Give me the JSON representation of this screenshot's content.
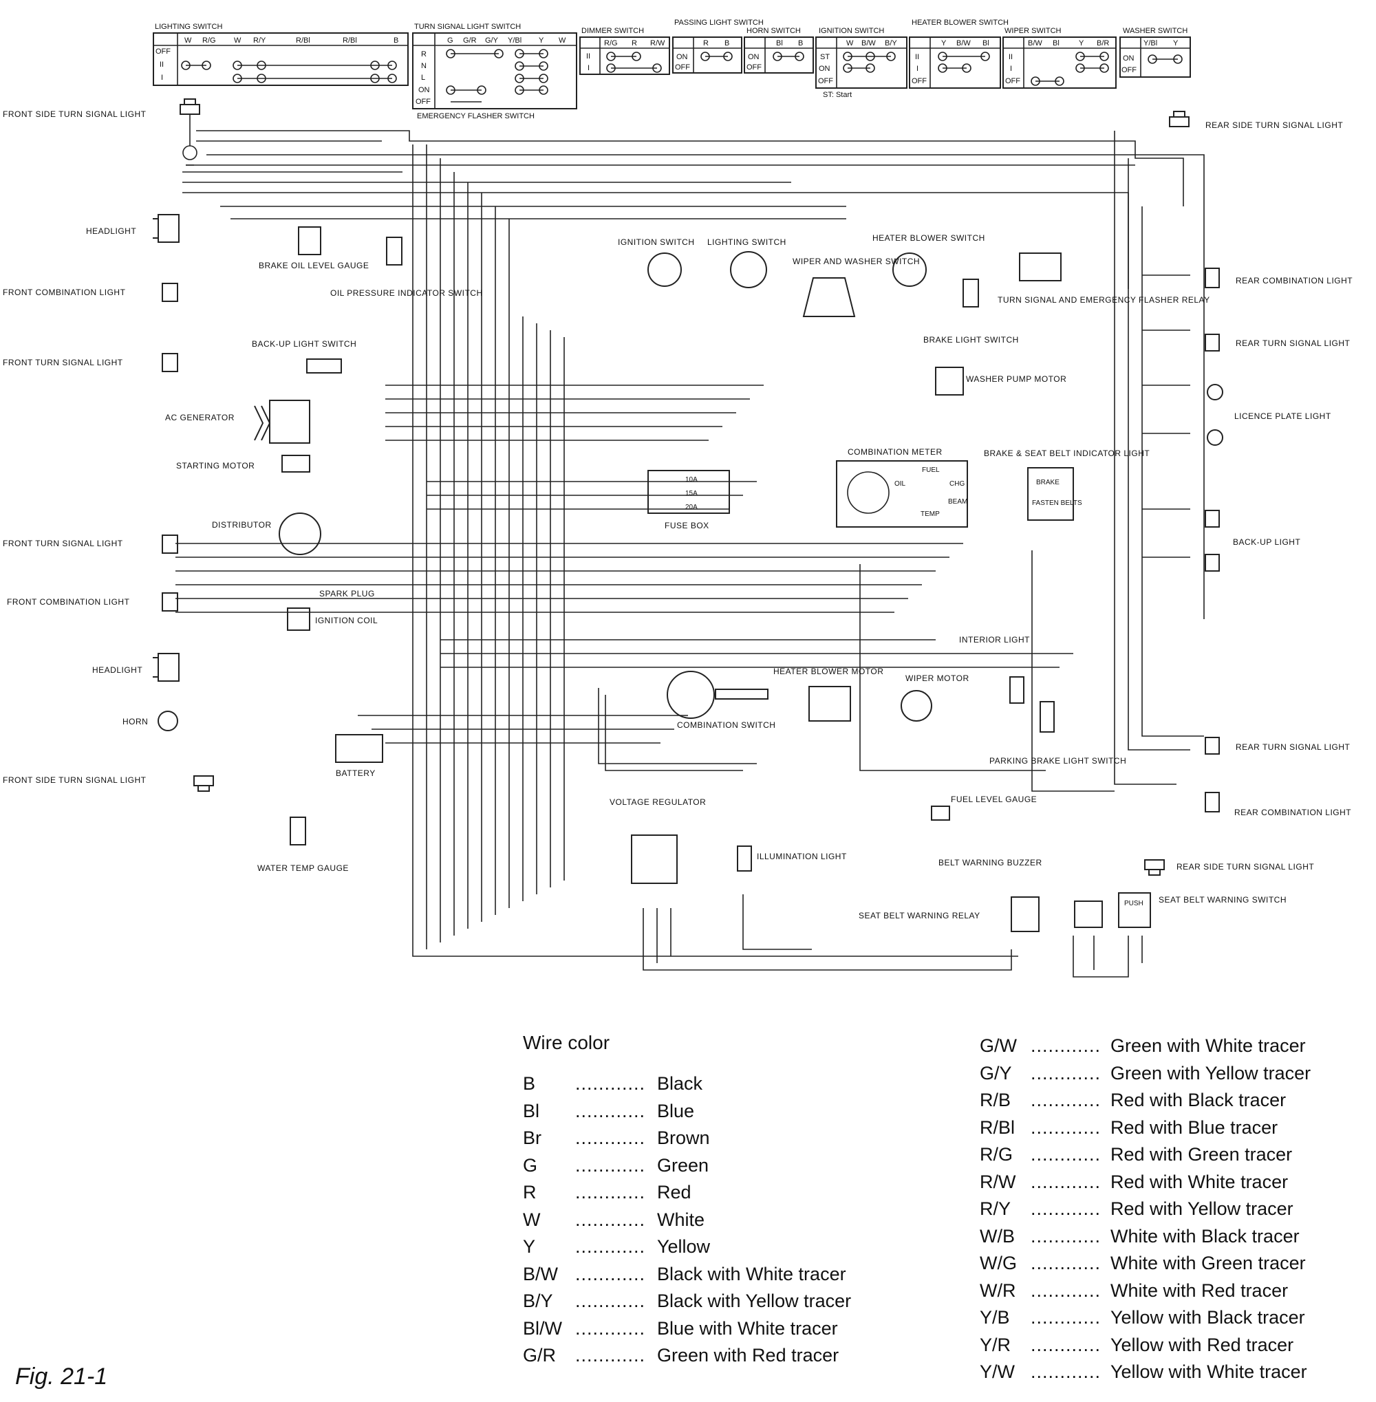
{
  "switch_tables": {
    "lighting": {
      "title": "LIGHTING SWITCH",
      "cols": [
        "W",
        "R/G",
        "W",
        "R/Y",
        "R/Bl",
        "R/Bl",
        "B"
      ],
      "rows": [
        "OFF",
        "II",
        "I"
      ]
    },
    "turn_signal": {
      "title": "TURN SIGNAL LIGHT SWITCH",
      "cols": [
        "G",
        "G/R",
        "G/Y",
        "Y/Bl",
        "Y",
        "W"
      ],
      "rows": [
        "R",
        "N",
        "L",
        "ON",
        "OFF"
      ],
      "footer": "EMERGENCY FLASHER SWITCH"
    },
    "dimmer": {
      "title": "DIMMER SWITCH",
      "cols": [
        "R/G",
        "R",
        "R/W"
      ],
      "rows": [
        "II",
        "I"
      ]
    },
    "passing": {
      "title": "PASSING LIGHT SWITCH",
      "cols": [
        "R",
        "B"
      ],
      "rows": [
        "ON",
        "OFF"
      ]
    },
    "horn": {
      "title": "HORN SWITCH",
      "cols": [
        "Bl",
        "B"
      ],
      "rows": [
        "ON",
        "OFF"
      ]
    },
    "ignition": {
      "title": "IGNITION SWITCH",
      "cols": [
        "W",
        "B/W",
        "B/Y"
      ],
      "rows": [
        "ST",
        "ON",
        "OFF"
      ],
      "note": "ST: Start"
    },
    "heater": {
      "title": "HEATER BLOWER SWITCH",
      "cols": [
        "Y",
        "B/W",
        "Bl"
      ],
      "rows": [
        "II",
        "I",
        "OFF"
      ]
    },
    "wiper": {
      "title": "WIPER SWITCH",
      "cols": [
        "B/W",
        "Bl",
        "Y",
        "B/R"
      ],
      "rows": [
        "II",
        "I",
        "OFF"
      ]
    },
    "washer": {
      "title": "WASHER SWITCH",
      "cols": [
        "Y/Bl",
        "Y"
      ],
      "rows": [
        "ON",
        "OFF"
      ]
    }
  },
  "components": {
    "front_side_turn_top": "FRONT SIDE TURN SIGNAL LIGHT",
    "headlight_top": "HEADLIGHT",
    "front_combo_top": "FRONT COMBINATION LIGHT",
    "front_turn_top": "FRONT TURN SIGNAL LIGHT",
    "brake_oil": "BRAKE OIL LEVEL GAUGE",
    "oil_pressure": "OIL PRESSURE INDICATOR SWITCH",
    "backup_switch": "BACK-UP LIGHT SWITCH",
    "ac_generator": "AC GENERATOR",
    "starting_motor": "STARTING MOTOR",
    "distributor": "DISTRIBUTOR",
    "front_turn_bottom": "FRONT TURN SIGNAL LIGHT",
    "front_combo_bottom": "FRONT COMBINATION LIGHT",
    "spark_plug": "SPARK PLUG",
    "ignition_coil": "IGNITION COIL",
    "headlight_bottom": "HEADLIGHT",
    "horn": "HORN",
    "battery": "BATTERY",
    "front_side_turn_bottom": "FRONT SIDE TURN SIGNAL LIGHT",
    "water_temp": "WATER TEMP GAUGE",
    "ignition_switch": "IGNITION SWITCH",
    "lighting_switch": "LIGHTING SWITCH",
    "wiper_washer_switch": "WIPER AND WASHER SWITCH",
    "heater_blower_switch": "HEATER BLOWER SWITCH",
    "turn_flasher_relay": "TURN SIGNAL AND EMERGENCY FLASHER RELAY",
    "brake_light_switch": "BRAKE LIGHT SWITCH",
    "washer_pump": "WASHER PUMP MOTOR",
    "combination_meter": "COMBINATION METER",
    "brake_seatbelt_indicator": "BRAKE & SEAT BELT INDICATOR LIGHT",
    "fuse_box": "FUSE BOX",
    "interior_light": "INTERIOR LIGHT",
    "heater_blower_motor": "HEATER BLOWER MOTOR",
    "wiper_motor": "WIPER MOTOR",
    "combination_switch": "COMBINATION SWITCH",
    "parking_brake_switch": "PARKING BRAKE LIGHT SWITCH",
    "fuel_level": "FUEL LEVEL GAUGE",
    "voltage_regulator": "VOLTAGE REGULATOR",
    "illumination_light": "ILLUMINATION LIGHT",
    "belt_buzzer": "BELT WARNING BUZZER",
    "seat_belt_relay": "SEAT BELT WARNING RELAY",
    "seat_belt_switch": "SEAT BELT WARNING SWITCH",
    "rear_side_turn_top": "REAR SIDE TURN SIGNAL LIGHT",
    "rear_combo_top": "REAR COMBINATION LIGHT",
    "rear_turn_top": "REAR TURN SIGNAL LIGHT",
    "licence_plate": "LICENCE PLATE LIGHT",
    "backup_light": "BACK-UP LIGHT",
    "rear_turn_bottom": "REAR TURN SIGNAL LIGHT",
    "rear_combo_bottom": "REAR COMBINATION LIGHT",
    "rear_side_turn_bottom": "REAR SIDE TURN SIGNAL LIGHT"
  },
  "fuses": [
    "10A",
    "15A",
    "20A"
  ],
  "meter": {
    "fuel": "FUEL",
    "oil": "OIL",
    "chg": "CHG",
    "beam": "BEAM",
    "temp": "TEMP"
  },
  "indicator": {
    "brake": "BRAKE",
    "fasten": "FASTEN BELTS"
  },
  "push_label": "PUSH",
  "legend": {
    "title": "Wire color",
    "left": [
      {
        "code": "B",
        "name": "Black"
      },
      {
        "code": "Bl",
        "name": "Blue"
      },
      {
        "code": "Br",
        "name": "Brown"
      },
      {
        "code": "G",
        "name": "Green"
      },
      {
        "code": "R",
        "name": "Red"
      },
      {
        "code": "W",
        "name": "White"
      },
      {
        "code": "Y",
        "name": "Yellow"
      },
      {
        "code": "B/W",
        "name": "Black with White tracer"
      },
      {
        "code": "B/Y",
        "name": "Black with Yellow tracer"
      },
      {
        "code": "Bl/W",
        "name": "Blue with White tracer"
      },
      {
        "code": "G/R",
        "name": "Green with Red tracer"
      }
    ],
    "right": [
      {
        "code": "G/W",
        "name": "Green with White tracer"
      },
      {
        "code": "G/Y",
        "name": "Green with Yellow tracer"
      },
      {
        "code": "R/B",
        "name": "Red with Black tracer"
      },
      {
        "code": "R/Bl",
        "name": "Red with Blue tracer"
      },
      {
        "code": "R/G",
        "name": "Red with Green tracer"
      },
      {
        "code": "R/W",
        "name": "Red with White tracer"
      },
      {
        "code": "R/Y",
        "name": "Red with Yellow tracer"
      },
      {
        "code": "W/B",
        "name": "White with Black tracer"
      },
      {
        "code": "W/G",
        "name": "White with Green tracer"
      },
      {
        "code": "W/R",
        "name": "White with Red tracer"
      },
      {
        "code": "Y/B",
        "name": "Yellow with Black tracer"
      },
      {
        "code": "Y/R",
        "name": "Yellow with Red tracer"
      },
      {
        "code": "Y/W",
        "name": "Yellow with White tracer"
      }
    ]
  },
  "figure_caption": "Fig. 21-1"
}
